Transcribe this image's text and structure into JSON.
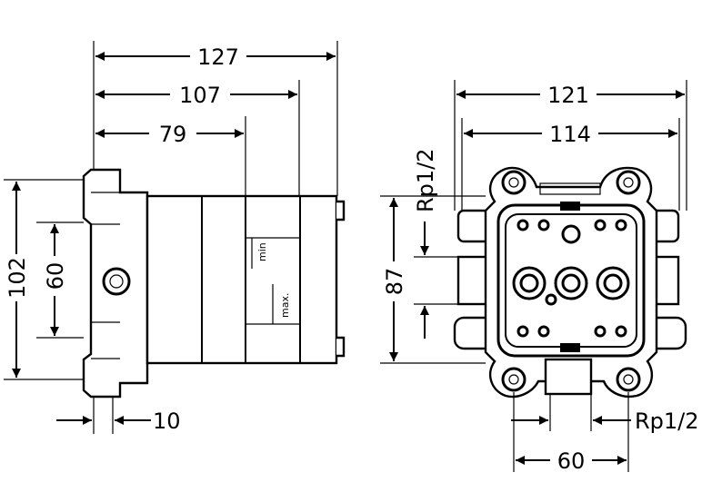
{
  "side_view": {
    "width_overall": "127",
    "width_max": "107",
    "width_min": "79",
    "height_overall": "102",
    "height_inner": "60",
    "flange": "10",
    "label_min": "min",
    "label_max": "max."
  },
  "front_view": {
    "width_overall": "121",
    "width_inner": "114",
    "height": "87",
    "thread_top": "Rp1/2",
    "thread_bottom": "Rp1/2",
    "port_spacing": "60"
  },
  "colors": {
    "line": "#000000",
    "background": "#ffffff"
  }
}
